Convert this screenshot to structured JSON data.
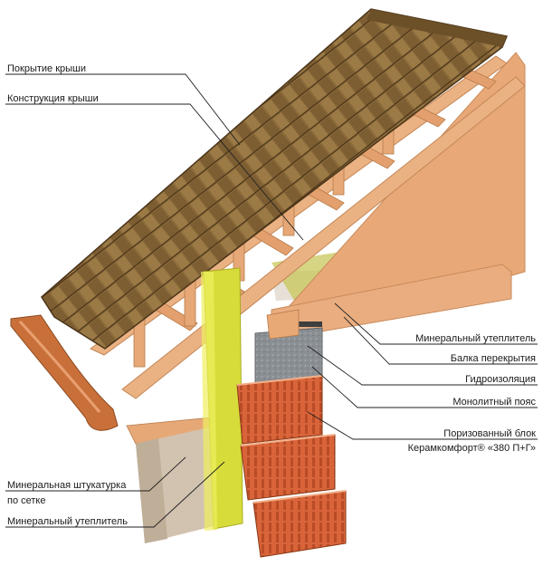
{
  "labels": {
    "roof_covering": "Покрытие крыши",
    "roof_structure": "Конструкция крыши",
    "mineral_insulation_right": "Минеральный утеплитель",
    "floor_beam": "Балка перекрытия",
    "waterproofing": "Гидроизоляция",
    "monolithic_belt": "Монолитный пояс",
    "porous_block_line1": "Поризованный блок",
    "porous_block_line2": "Керамкомфорт® «380 П+Г»",
    "mineral_plaster_line1": "Минеральная штукатурка",
    "mineral_plaster_line2": "по сетке",
    "mineral_insulation_left": "Минеральный утеплитель"
  },
  "colors": {
    "shingle": "#8a6a3a",
    "wood": "#e8a878",
    "insulation": "#d8dc3a",
    "brick": "#d9643a",
    "concrete": "#8a8f94",
    "plaster": "#d2c3b0",
    "gutter": "#c9703a"
  }
}
